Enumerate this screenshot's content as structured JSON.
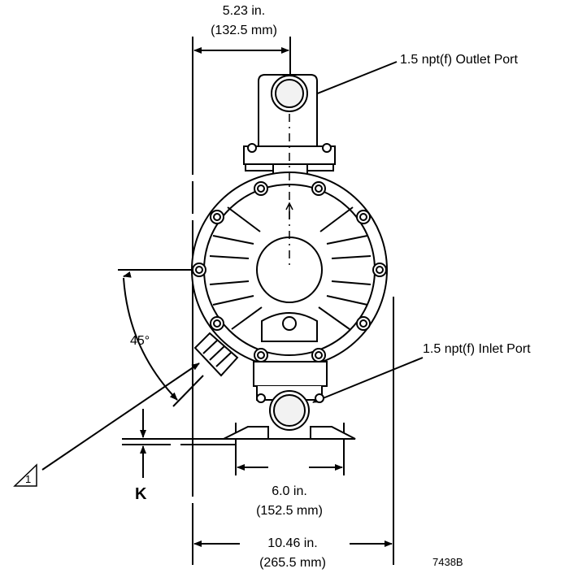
{
  "labels": {
    "top_width_in": "5.23 in.",
    "top_width_mm": "(132.5 mm)",
    "outlet_port": "1.5 npt(f) Outlet Port",
    "inlet_port": "1.5 npt(f) Inlet Port",
    "angle": "45°",
    "note_number": "1",
    "k_label": "K",
    "base_width_in": "6.0 in.",
    "base_width_mm": "(152.5 mm)",
    "overall_width_in": "10.46 in.",
    "overall_width_mm": "(265.5 mm)",
    "figure_id": "7438B"
  },
  "colors": {
    "line": "#000000",
    "fill": "#ffffff",
    "shade": "#e6e6e6"
  }
}
